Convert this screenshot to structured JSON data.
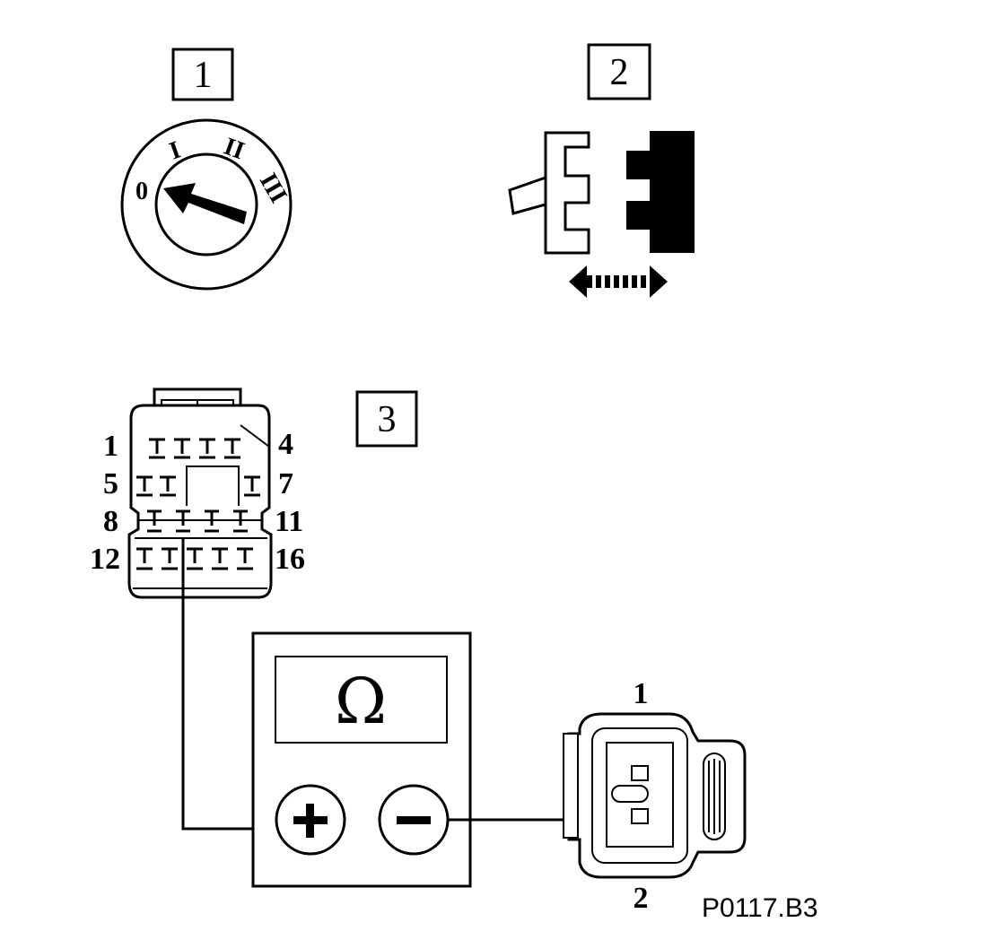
{
  "steps": [
    {
      "number": "1"
    },
    {
      "number": "2"
    },
    {
      "number": "3"
    }
  ],
  "ignition_switch": {
    "positions": [
      "0",
      "I",
      "II",
      "III"
    ]
  },
  "ecu_connector": {
    "pin_labels": {
      "row1_left": "1",
      "row1_right": "4",
      "row2_left": "5",
      "row2_right": "7",
      "row3_left": "8",
      "row3_right": "11",
      "row4_left": "12",
      "row4_right": "16"
    }
  },
  "multimeter": {
    "display_symbol": "Ω",
    "plus_terminal": "+",
    "minus_terminal": "−"
  },
  "sensor_connector": {
    "pin_top": "1",
    "pin_bottom": "2"
  },
  "reference_code": "P0117.B3"
}
